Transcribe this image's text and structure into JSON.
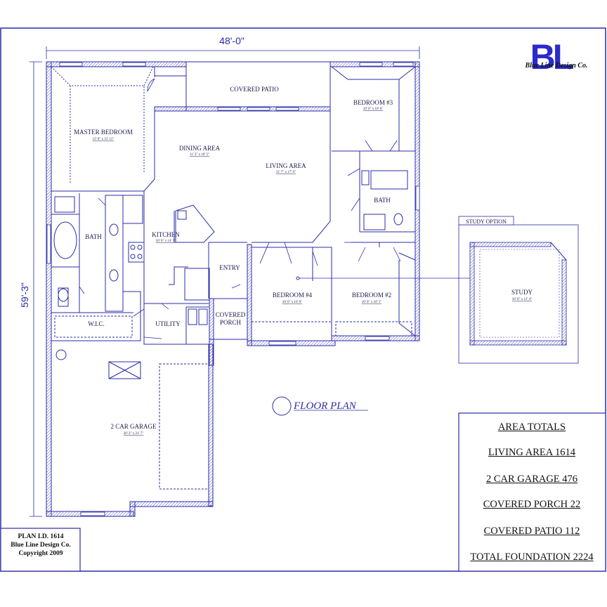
{
  "dimensions": {
    "width": "48'-0\"",
    "depth": "59'-3\""
  },
  "logo": {
    "mark": "BL",
    "name": "Blue Line Design Co."
  },
  "rooms": {
    "covered_patio": {
      "name": "COVERED PATIO"
    },
    "master_bedroom": {
      "name": "MASTER BEDROOM",
      "size": "13' 0\" x 15' 11\""
    },
    "dining_area": {
      "name": "DINING AREA",
      "size": "11' 3\" x 10' 5\""
    },
    "living_area": {
      "name": "LIVING AREA",
      "size": "11' 7\" x 17' 0\""
    },
    "bedroom3": {
      "name": "BEDROOM #3",
      "size": "10' 0\" x 10' 6\""
    },
    "bath_secondary": {
      "name": "BATH"
    },
    "bath_master": {
      "name": "BATH"
    },
    "kitchen": {
      "name": "KITCHEN",
      "size": "10' 6\" x 14' 3\""
    },
    "entry": {
      "name": "ENTRY"
    },
    "bedroom4": {
      "name": "BEDROOM #4",
      "size": "10' 0\" x 10' 0\""
    },
    "bedroom2": {
      "name": "BEDROOM #2",
      "size": "10' 0\" x 10' 5\""
    },
    "wic": {
      "name": "W.I.C."
    },
    "utility": {
      "name": "UTILITY"
    },
    "covered_porch": {
      "name_line1": "COVERED",
      "name_line2": "PORCH"
    },
    "garage": {
      "name": "2 CAR GARAGE",
      "size": "20' 2\" x 21' 7\""
    }
  },
  "study_option": {
    "tab": "STUDY OPTION",
    "name": "STUDY",
    "size": "10' 0\" x 12' 4\""
  },
  "floor_plan_label": "FLOOR PLAN",
  "area_totals": {
    "title": "AREA TOTALS",
    "lines": [
      "LIVING AREA  1614",
      "2 CAR GARAGE  476",
      "COVERED PORCH  22",
      "COVERED PATIO  112",
      "TOTAL FOUNDATION  2224"
    ]
  },
  "plan_info": {
    "line1": "PLAN I.D. 1614",
    "line2": "Blue Line Design Co.",
    "line3": "Copyright 2009"
  },
  "colors": {
    "line": "#2b2ba8",
    "text": "#111111",
    "wall_hatch": "#c8c8ee"
  }
}
